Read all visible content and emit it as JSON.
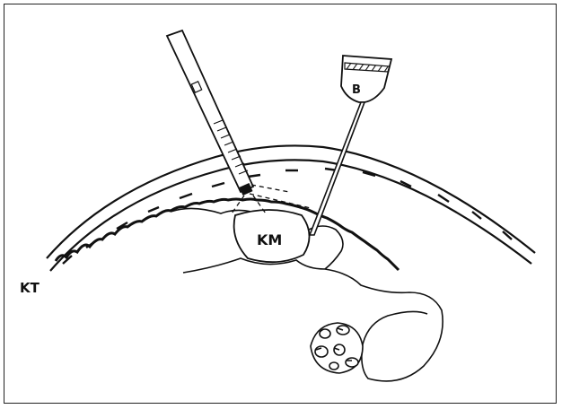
{
  "figure": {
    "labels": {
      "kt": "KT",
      "km": "KM",
      "b": "B"
    },
    "colors": {
      "ink": "#111111",
      "paper": "#ffffff"
    }
  }
}
